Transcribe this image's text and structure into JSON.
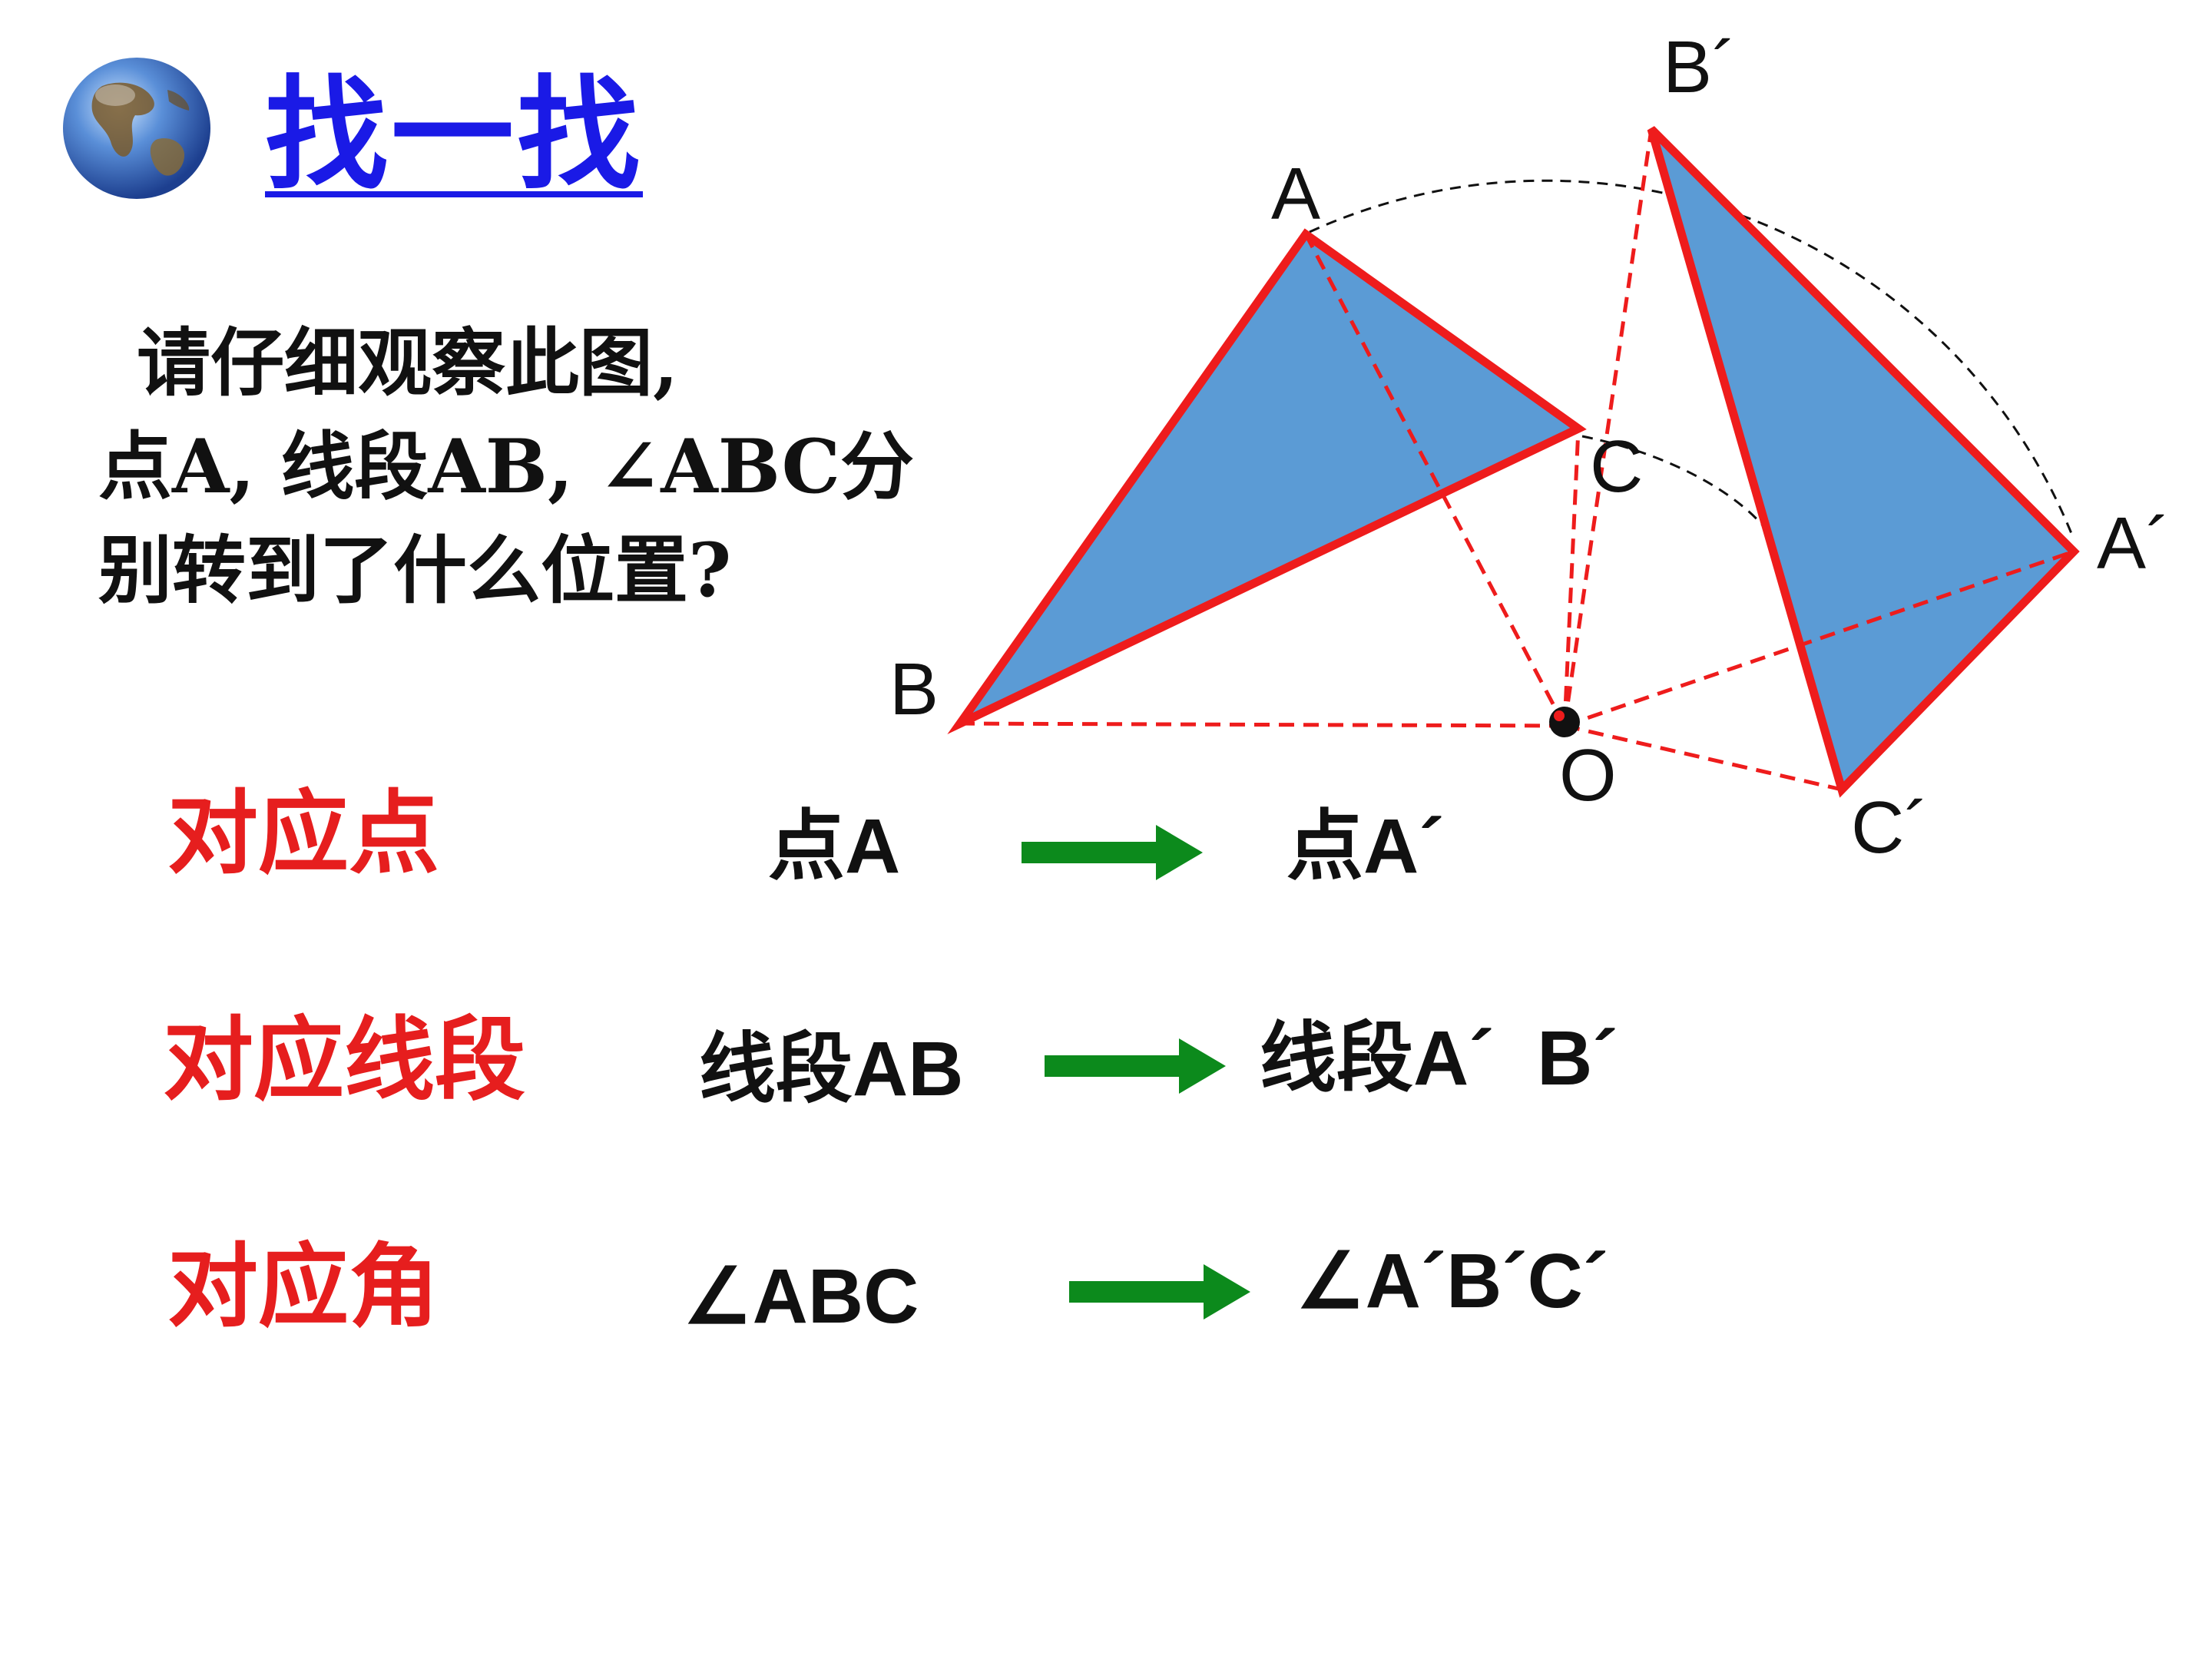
{
  "title": "找一找",
  "question": {
    "line1": "请仔细观察此图,",
    "line2": "点A, 线段AB, ∠ABC分",
    "line3": "别转到了什么位置?"
  },
  "diagram": {
    "labels": {
      "A": "A",
      "B": "B",
      "C": "C",
      "O": "O",
      "A_prime": "A´",
      "B_prime": "B´",
      "C_prime": "C´"
    },
    "colors": {
      "triangle_fill": "#5b9bd5",
      "triangle_stroke": "#ee1c1c",
      "dashed_line": "#ee1c1c",
      "arc": "#111111"
    }
  },
  "correspondence": {
    "rows": [
      {
        "label": "对应点",
        "from": "点A",
        "to": "点A´"
      },
      {
        "label": "对应线段",
        "from": "线段AB",
        "to": "线段A´  B´"
      },
      {
        "label": "对应角",
        "from": "∠ABC",
        "to": "∠A´B´C´"
      }
    ],
    "arrow_color": "#0c8a1c",
    "label_color": "#e61e1e"
  },
  "icons": {
    "globe": "globe-icon",
    "arrow": "right-arrow-icon"
  }
}
